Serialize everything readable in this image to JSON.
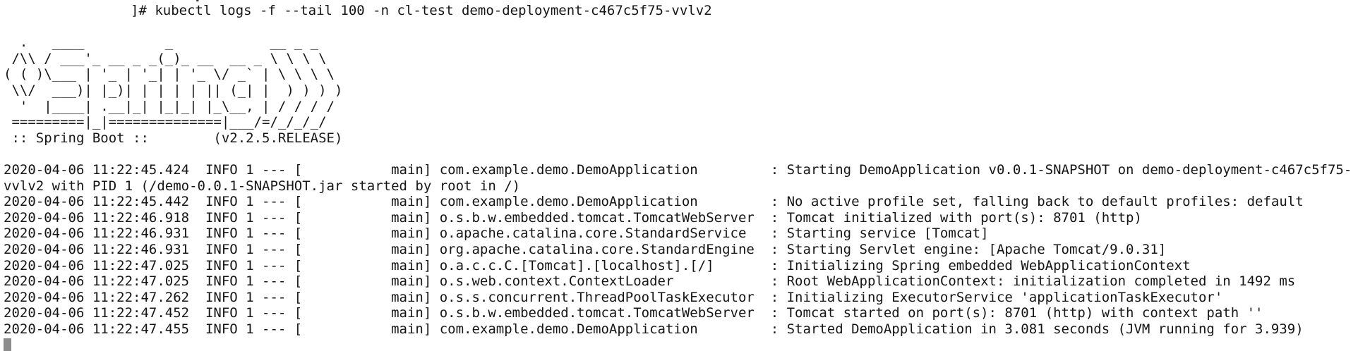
{
  "terminal": {
    "columns": 167,
    "colors": {
      "background": "#ffffff",
      "text": "#161616",
      "cursor": "#8c8c8c"
    },
    "cutoff_fragments": [
      {
        "glyph": "˘"
      },
      {
        "glyph": "."
      }
    ],
    "command_line": "]# kubectl logs -f --tail 100 -n cl-test demo-deployment-c467c5f75-vvlv2",
    "banner": {
      "art": [
        "",
        "  .   ____          _            __ _ _",
        " /\\\\ / ___'_ __ _ _(_)_ __  __ _ \\ \\ \\ \\",
        "( ( )\\___ | '_ | '_| | '_ \\/ _` | \\ \\ \\ \\",
        " \\\\/  ___)| |_)| | | | | || (_| |  ) ) ) )",
        "  '  |____| .__|_| |_|_| |_\\__, | / / / /",
        " =========|_|==============|___/=/_/_/_/"
      ],
      "strapline": " :: Spring Boot ::",
      "version_gap": 8,
      "version": "(v2.2.5.RELEASE)"
    },
    "log_entries": [
      {
        "timestamp": "2020-04-06 11:22:45.424",
        "level": "INFO",
        "pid": "1",
        "separator": "---",
        "thread": "main",
        "logger": "com.example.demo.DemoApplication",
        "message": "Starting DemoApplication v0.0.1-SNAPSHOT on demo-deployment-c467c5f75-vvlv2 with PID 1 (/demo-0.0.1-SNAPSHOT.jar started by root in /)"
      },
      {
        "timestamp": "2020-04-06 11:22:45.442",
        "level": "INFO",
        "pid": "1",
        "separator": "---",
        "thread": "main",
        "logger": "com.example.demo.DemoApplication",
        "message": "No active profile set, falling back to default profiles: default"
      },
      {
        "timestamp": "2020-04-06 11:22:46.918",
        "level": "INFO",
        "pid": "1",
        "separator": "---",
        "thread": "main",
        "logger": "o.s.b.w.embedded.tomcat.TomcatWebServer",
        "message": "Tomcat initialized with port(s): 8701 (http)"
      },
      {
        "timestamp": "2020-04-06 11:22:46.931",
        "level": "INFO",
        "pid": "1",
        "separator": "---",
        "thread": "main",
        "logger": "o.apache.catalina.core.StandardService",
        "message": "Starting service [Tomcat]"
      },
      {
        "timestamp": "2020-04-06 11:22:46.931",
        "level": "INFO",
        "pid": "1",
        "separator": "---",
        "thread": "main",
        "logger": "org.apache.catalina.core.StandardEngine",
        "message": "Starting Servlet engine: [Apache Tomcat/9.0.31]"
      },
      {
        "timestamp": "2020-04-06 11:22:47.025",
        "level": "INFO",
        "pid": "1",
        "separator": "---",
        "thread": "main",
        "logger": "o.a.c.c.C.[Tomcat].[localhost].[/]",
        "message": "Initializing Spring embedded WebApplicationContext"
      },
      {
        "timestamp": "2020-04-06 11:22:47.025",
        "level": "INFO",
        "pid": "1",
        "separator": "---",
        "thread": "main",
        "logger": "o.s.web.context.ContextLoader",
        "message": "Root WebApplicationContext: initialization completed in 1492 ms"
      },
      {
        "timestamp": "2020-04-06 11:22:47.262",
        "level": "INFO",
        "pid": "1",
        "separator": "---",
        "thread": "main",
        "logger": "o.s.s.concurrent.ThreadPoolTaskExecutor",
        "message": "Initializing ExecutorService 'applicationTaskExecutor'"
      },
      {
        "timestamp": "2020-04-06 11:22:47.452",
        "level": "INFO",
        "pid": "1",
        "separator": "---",
        "thread": "main",
        "logger": "o.s.b.w.embedded.tomcat.TomcatWebServer",
        "message": "Tomcat started on port(s): 8701 (http) with context path ''"
      },
      {
        "timestamp": "2020-04-06 11:22:47.455",
        "level": "INFO",
        "pid": "1",
        "separator": "---",
        "thread": "main",
        "logger": "com.example.demo.DemoApplication",
        "message": "Started DemoApplication in 3.081 seconds (JVM running for 3.939)"
      }
    ]
  }
}
